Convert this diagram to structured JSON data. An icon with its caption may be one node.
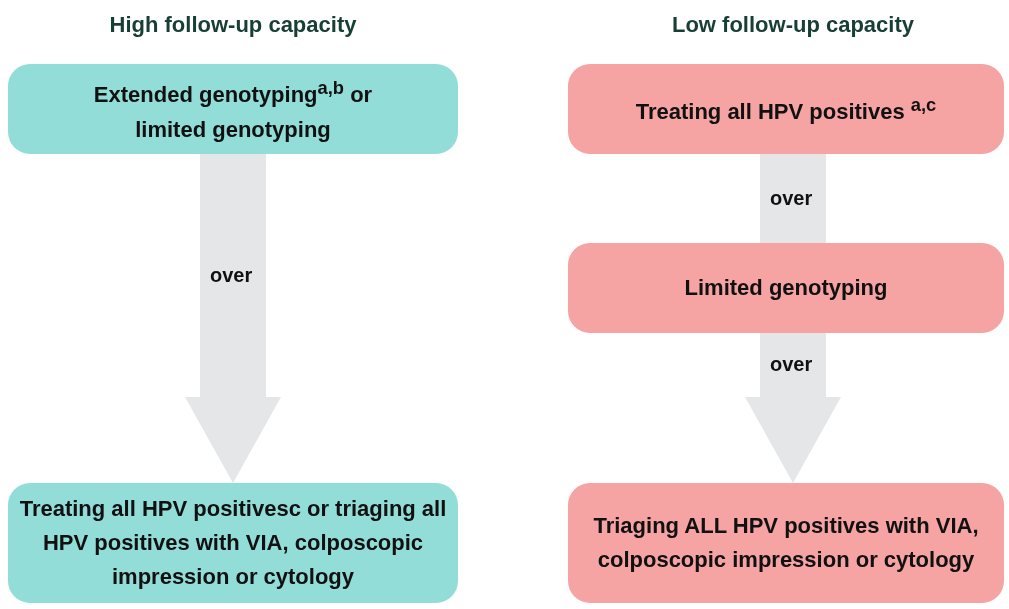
{
  "diagram": {
    "nodes": [
      {
        "text": [
          "Extended genotyping$^{a,b}$ or limited genotyping"
        ]
      },
      {
        "text": [
          "Treating all HPV positivesc or triaging all HPV positives with VIA, colposcopic impression or cytology"
        ]
      },
      {
        "text": [
          "Treating all HPV positives $^{a,c}$"
        ]
      },
      {
        "text": [
          "Limited genotyping"
        ]
      },
      {
        "text": [
          "Triaging ALL HPV positives with VIA, colposcopic impression or cytology"
        ]
      }
    ],
    "edges": [
      {
        "from": 0,
        "to": 1,
        "arrow": "to",
        "label": "over"
      },
      {
        "from": 2,
        "to": 3,
        "arrow": "none",
        "label": "over"
      },
      {
        "from": 3,
        "to": 4,
        "arrow": "to",
        "label": "over"
      }
    ],
    "labels": [
      "High follow-up capacity",
      "Low follow-up capacity"
    ]
  }
}
